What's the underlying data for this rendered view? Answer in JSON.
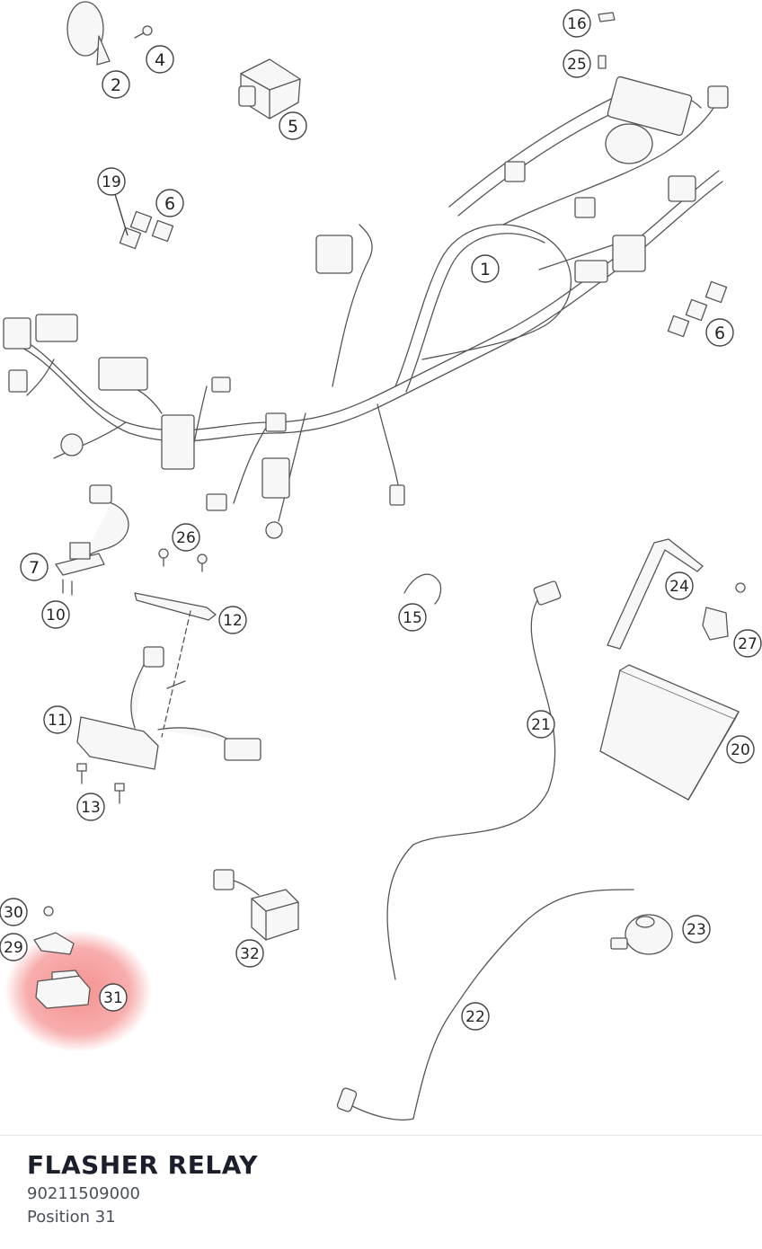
{
  "part": {
    "name": "FLASHER RELAY",
    "number": "90211509000",
    "position": "Position 31"
  },
  "highlight_color": "#f26b6b",
  "callouts": [
    "1",
    "2",
    "4",
    "5",
    "6",
    "6",
    "7",
    "10",
    "11",
    "12",
    "13",
    "15",
    "16",
    "19",
    "20",
    "21",
    "22",
    "23",
    "24",
    "25",
    "26",
    "27",
    "29",
    "30",
    "31",
    "32"
  ]
}
